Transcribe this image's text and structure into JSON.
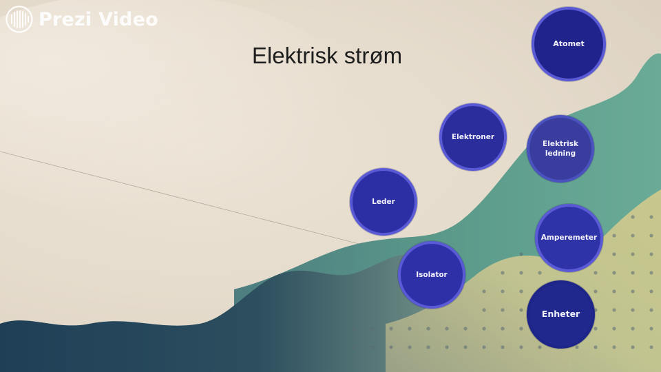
{
  "app": {
    "logo_text": "Prezi Video",
    "logo_icon": "prezi-logo-icon"
  },
  "slide": {
    "title": "Elektrisk strøm"
  },
  "topics": [
    {
      "id": "atomet",
      "label": "Atomet"
    },
    {
      "id": "elektroner",
      "label": "Elektroner"
    },
    {
      "id": "elektrisk-ledning",
      "label": "Elektrisk\nledning"
    },
    {
      "id": "leder",
      "label": "Leder"
    },
    {
      "id": "amperemeter",
      "label": "Amperemeter"
    },
    {
      "id": "isolator",
      "label": "Isolator"
    },
    {
      "id": "enheter",
      "label": "Enheter"
    }
  ],
  "colors": {
    "background": "#e6dccd",
    "wave_dark": "#2b4a5c",
    "wave_teal": "#5e9e8e",
    "wave_sand": "#c8c58e",
    "topic_fill": "#2b2d9c",
    "topic_border": "#5a5ad6"
  }
}
